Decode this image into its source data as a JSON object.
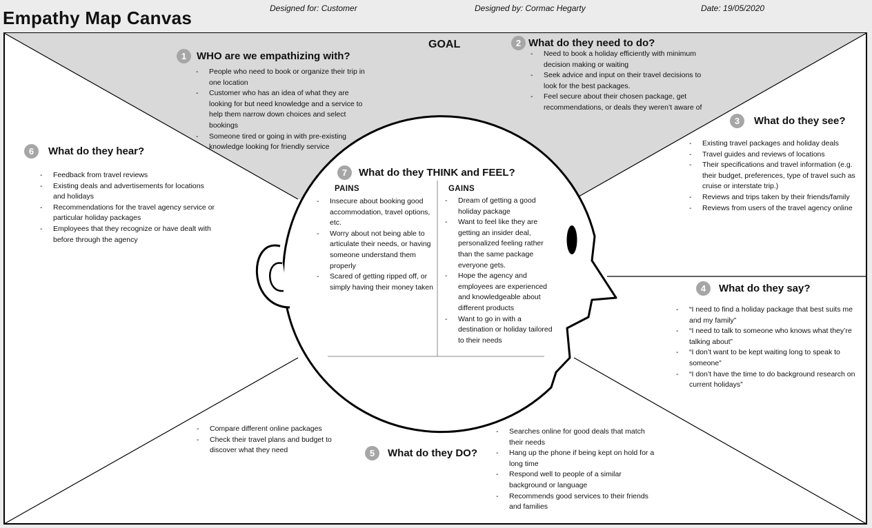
{
  "page": {
    "title": "Empathy Map Canvas",
    "designed_for": "Designed for: Customer",
    "designed_by": "Designed by: Cormac Hegarty",
    "date": "Date: 19/05/2020"
  },
  "goal": {
    "label": "GOAL"
  },
  "sections": {
    "who": {
      "number": "1",
      "title": "WHO are we empathizing with?",
      "items": [
        "People who need to book or organize their trip in one location",
        " Customer who has an idea of what they are looking for but need knowledge and a service to help them narrow down choices and select bookings",
        "Someone tired or going in with pre-existing knowledge looking for friendly service"
      ]
    },
    "need": {
      "number": "2",
      "title": "What do they need to do?",
      "items": [
        "Need to book a holiday efficiently with minimum decision making or waiting",
        "Seek advice and input on their travel decisions to look for the best packages.",
        "Feel secure about their chosen package, get recommendations, or deals they weren’t aware of"
      ]
    },
    "see": {
      "number": "3",
      "title": "What do they see?",
      "items": [
        "Existing travel packages and holiday deals",
        "Travel guides and reviews of locations",
        "Their specifications and travel information (e.g. their budget, preferences, type of travel such as cruise or interstate trip.)",
        "Reviews and trips taken by their friends/family",
        "Reviews from users of the travel agency online"
      ]
    },
    "say": {
      "number": "4",
      "title": "What do they say?",
      "items": [
        "“I need to find a holiday package that best suits me and my family”",
        "“I need to talk to someone who knows what they’re talking about”",
        "“I don’t want to be kept waiting long to speak to someone”",
        "“I don’t have the time to do background research on current holidays”"
      ]
    },
    "do": {
      "number": "5",
      "title": "What do they DO?",
      "items_left": [
        "Compare different online packages",
        "Check their travel plans and budget to discover what they need"
      ],
      "items_right": [
        "Searches online for good deals that match their needs",
        "Hang up the phone if being kept on hold for a long time",
        "Respond well to people of a similar background or language",
        "Recommends good services to their friends and families"
      ]
    },
    "hear": {
      "number": "6",
      "title": "What do they hear?",
      "items": [
        "Feedback from travel reviews",
        "Existing deals and advertisements for locations and holidays",
        "Recommendations for the travel agency service or particular holiday packages",
        "Employees that they recognize or have dealt with before through the agency"
      ]
    },
    "think": {
      "number": "7",
      "title": "What do they THINK and FEEL?",
      "pains_label": "PAINS",
      "gains_label": "GAINS",
      "pains": [
        "Insecure about booking good accommodation, travel options, etc.",
        "Worry about not being able to articulate their needs, or having someone understand them properly",
        "Scared of getting ripped off, or simply having their money taken"
      ],
      "gains": [
        "Dream of getting a good holiday package",
        "Want to feel like they are getting an insider deal, personalized feeling rather than the same package everyone gets.",
        "Hope the agency and employees are experienced and knowledgeable about different products",
        "Want to go in with a destination or holiday tailored to their needs"
      ]
    }
  }
}
